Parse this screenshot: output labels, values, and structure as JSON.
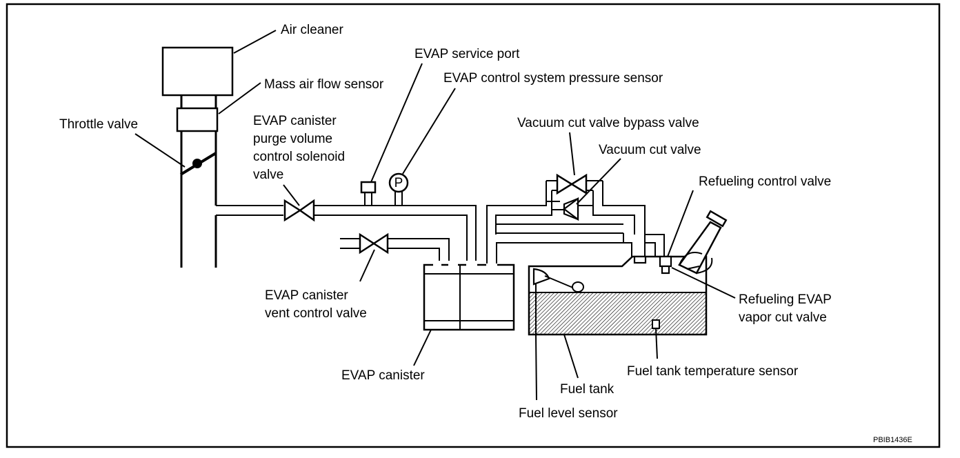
{
  "labels": {
    "air_cleaner": "Air cleaner",
    "mass_air_flow_sensor": "Mass air flow sensor",
    "throttle_valve": "Throttle valve",
    "evap_service_port": "EVAP service port",
    "evap_pressure_sensor": "EVAP control system pressure sensor",
    "purge_valve": [
      "EVAP canister",
      "purge volume",
      "control solenoid",
      "valve"
    ],
    "vacuum_cut_bypass_valve": "Vacuum cut valve bypass valve",
    "vacuum_cut_valve": "Vacuum cut valve",
    "refueling_control_valve": "Refueling control valve",
    "vent_control_valve": [
      "EVAP canister",
      "vent control valve"
    ],
    "refueling_evap_vapor_cut_valve": [
      "Refueling EVAP",
      "vapor cut valve"
    ],
    "evap_canister": "EVAP canister",
    "fuel_tank_temp_sensor": "Fuel tank temperature sensor",
    "fuel_tank": "Fuel tank",
    "fuel_level_sensor": "Fuel level sensor",
    "pressure_symbol": "P",
    "figure_code": "PBIB1436E"
  }
}
